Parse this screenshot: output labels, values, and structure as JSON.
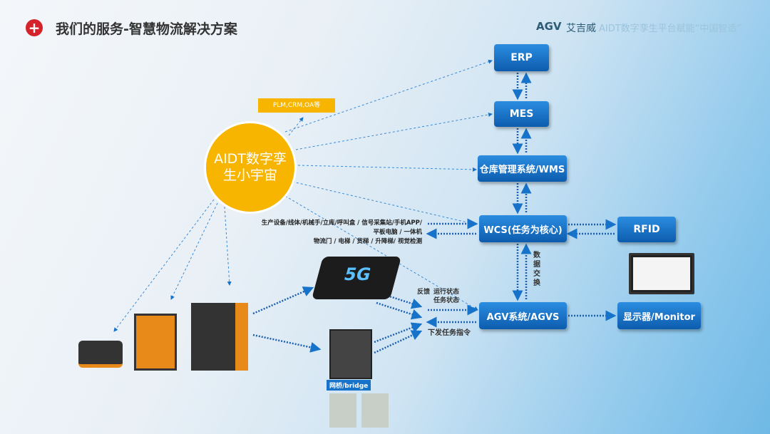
{
  "header": {
    "title": "我们的服务-智慧物流解决方案",
    "logo": "AGV",
    "brand_cn": "艾吉威",
    "slogan": "AIDT数字孪生平台赋能“中国智造”"
  },
  "hub": {
    "label": "AIDT数字孪生小宇宙",
    "tag": "PLM,CRM,OA等"
  },
  "systems": {
    "erp": "ERP",
    "mes": "MES",
    "wms": "仓库管理系统/WMS",
    "wcs": "WCS(任务为核心)",
    "rfid": "RFID",
    "agv": "AGV系统/AGVS",
    "monitor": "显示器/Monitor"
  },
  "devices": {
    "line1": "生产设备/线体/机械手/立库/呼叫盒 / 信号采集站/手机APP/",
    "line2": "平板电脑 / 一体机",
    "line3": "物流门 / 电梯 / 货梯 / 升降梯/ 视觉检测"
  },
  "labels": {
    "data_exchange": "数据交换",
    "feedback": "反馈",
    "run_status": "运行状态",
    "task_status": "任务状态",
    "dispatch": "下发任务指令",
    "bridge": "网桥/bridge",
    "fiveg": "5G"
  },
  "colors": {
    "accent": "#1673c9",
    "hub": "#f7b500"
  }
}
